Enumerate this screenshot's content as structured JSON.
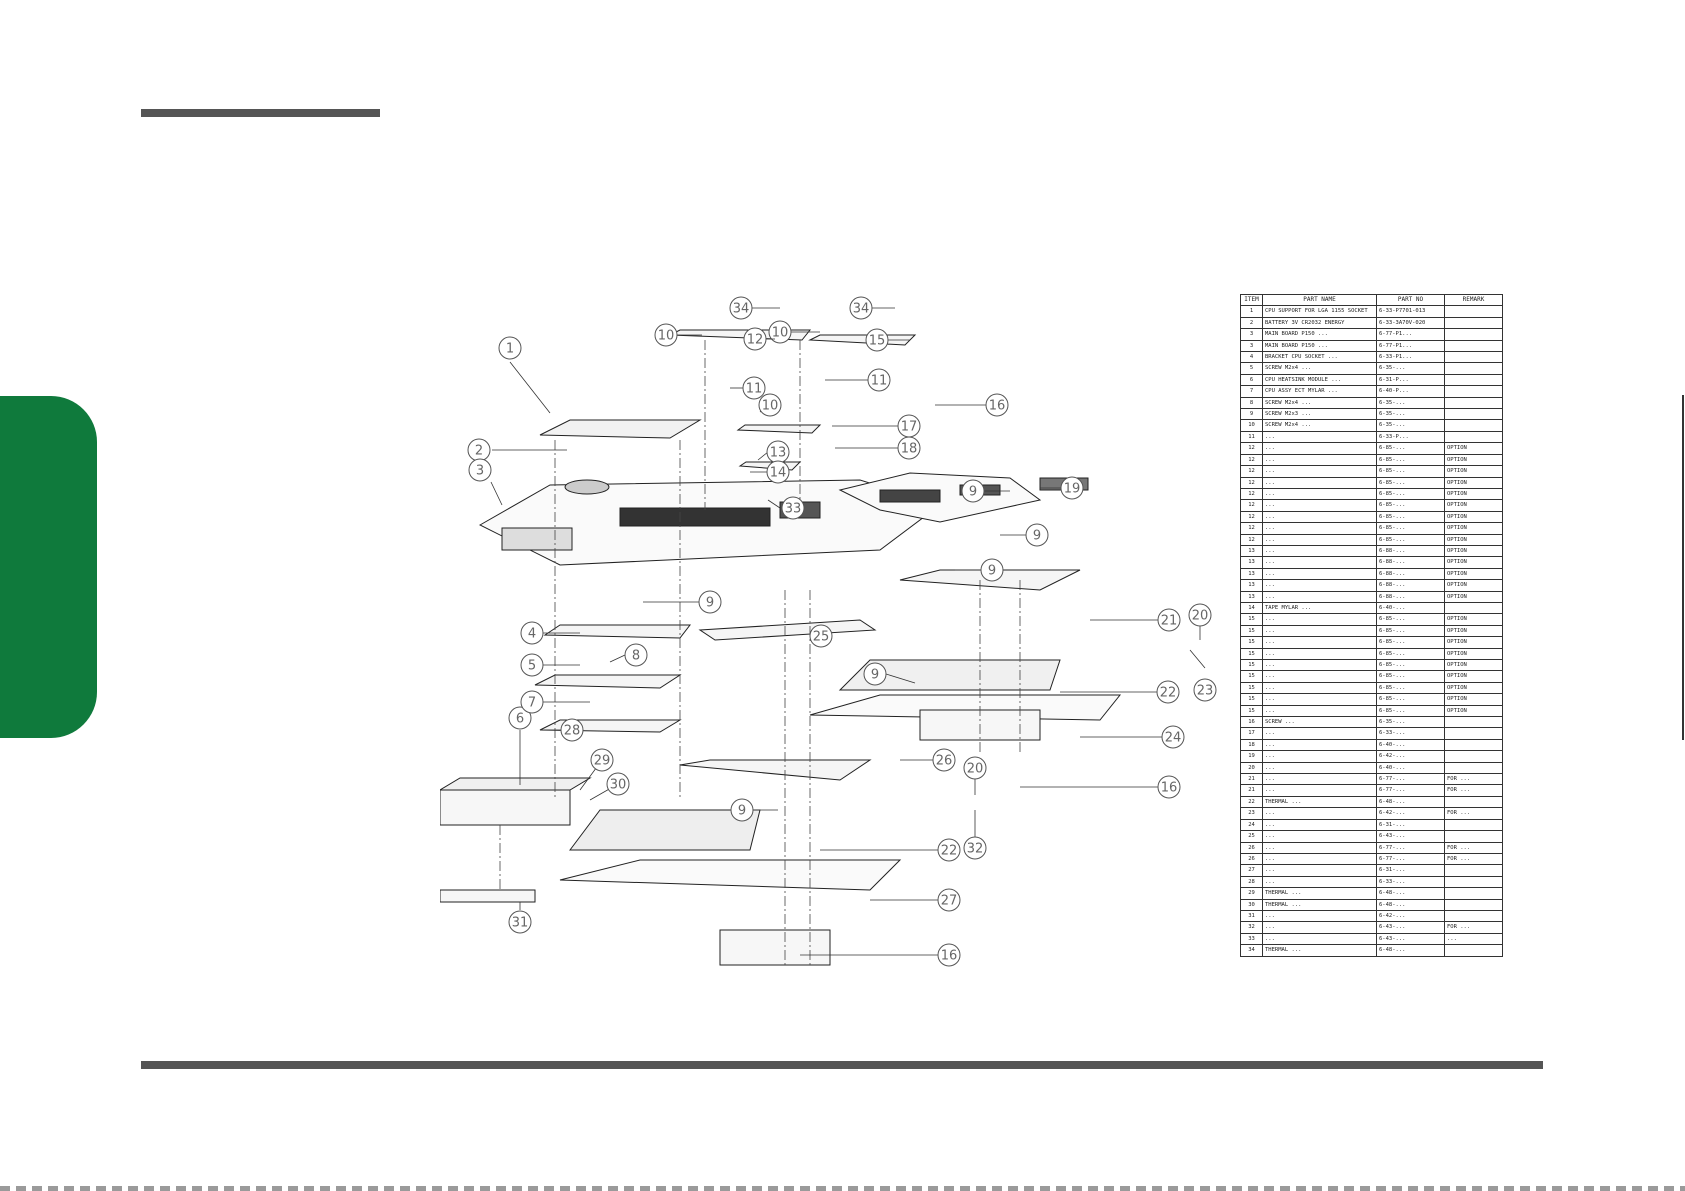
{
  "colors": {
    "accent": "#0f7a3c",
    "rule": "#555555",
    "line": "#333333"
  },
  "table": {
    "headers": [
      "ITEM",
      "PART NAME",
      "PART NO",
      "REMARK"
    ],
    "rows": [
      {
        "item": "1",
        "name": "CPU SUPPORT FOR LGA 1155 SOCKET",
        "part": "6-33-P7701-013",
        "remark": ""
      },
      {
        "item": "2",
        "name": "BATTERY 3V CR2032 ENERGY",
        "part": "6-33-3A70V-020",
        "remark": ""
      },
      {
        "item": "3",
        "name": "MAIN BOARD P150 ...",
        "part": "6-77-P1...",
        "remark": ""
      },
      {
        "item": "3",
        "name": "MAIN BOARD P150 ...",
        "part": "6-77-P1...",
        "remark": ""
      },
      {
        "item": "4",
        "name": "BRACKET CPU SOCKET ...",
        "part": "6-33-P1...",
        "remark": ""
      },
      {
        "item": "5",
        "name": "SCREW M2x4 ...",
        "part": "6-35-...",
        "remark": ""
      },
      {
        "item": "6",
        "name": "CPU HEATSINK MODULE ...",
        "part": "6-31-P...",
        "remark": ""
      },
      {
        "item": "7",
        "name": "CPU ASSY ECT MYLAR ...",
        "part": "6-40-P...",
        "remark": ""
      },
      {
        "item": "8",
        "name": "SCREW M2x4 ...",
        "part": "6-35-...",
        "remark": ""
      },
      {
        "item": "9",
        "name": "SCREW M2x3 ...",
        "part": "6-35-...",
        "remark": ""
      },
      {
        "item": "10",
        "name": "SCREW M2x4 ...",
        "part": "6-35-...",
        "remark": ""
      },
      {
        "item": "11",
        "name": "...",
        "part": "6-33-P...",
        "remark": ""
      },
      {
        "item": "12",
        "name": "...",
        "part": "6-85-...",
        "remark": "OPTION"
      },
      {
        "item": "12",
        "name": "...",
        "part": "6-85-...",
        "remark": "OPTION"
      },
      {
        "item": "12",
        "name": "...",
        "part": "6-85-...",
        "remark": "OPTION"
      },
      {
        "item": "12",
        "name": "...",
        "part": "6-85-...",
        "remark": "OPTION"
      },
      {
        "item": "12",
        "name": "...",
        "part": "6-85-...",
        "remark": "OPTION"
      },
      {
        "item": "12",
        "name": "...",
        "part": "6-85-...",
        "remark": "OPTION"
      },
      {
        "item": "12",
        "name": "...",
        "part": "6-85-...",
        "remark": "OPTION"
      },
      {
        "item": "12",
        "name": "...",
        "part": "6-85-...",
        "remark": "OPTION"
      },
      {
        "item": "12",
        "name": "...",
        "part": "6-85-...",
        "remark": "OPTION"
      },
      {
        "item": "13",
        "name": "...",
        "part": "6-88-...",
        "remark": "OPTION"
      },
      {
        "item": "13",
        "name": "...",
        "part": "6-88-...",
        "remark": "OPTION"
      },
      {
        "item": "13",
        "name": "...",
        "part": "6-88-...",
        "remark": "OPTION"
      },
      {
        "item": "13",
        "name": "...",
        "part": "6-88-...",
        "remark": "OPTION"
      },
      {
        "item": "13",
        "name": "...",
        "part": "6-88-...",
        "remark": "OPTION"
      },
      {
        "item": "14",
        "name": "TAPE MYLAR ...",
        "part": "6-40-...",
        "remark": ""
      },
      {
        "item": "15",
        "name": "...",
        "part": "6-85-...",
        "remark": "OPTION"
      },
      {
        "item": "15",
        "name": "...",
        "part": "6-85-...",
        "remark": "OPTION"
      },
      {
        "item": "15",
        "name": "...",
        "part": "6-85-...",
        "remark": "OPTION"
      },
      {
        "item": "15",
        "name": "...",
        "part": "6-85-...",
        "remark": "OPTION"
      },
      {
        "item": "15",
        "name": "...",
        "part": "6-85-...",
        "remark": "OPTION"
      },
      {
        "item": "15",
        "name": "...",
        "part": "6-85-...",
        "remark": "OPTION"
      },
      {
        "item": "15",
        "name": "...",
        "part": "6-85-...",
        "remark": "OPTION"
      },
      {
        "item": "15",
        "name": "...",
        "part": "6-85-...",
        "remark": "OPTION"
      },
      {
        "item": "15",
        "name": "...",
        "part": "6-85-...",
        "remark": "OPTION"
      },
      {
        "item": "16",
        "name": "SCREW ...",
        "part": "6-35-...",
        "remark": ""
      },
      {
        "item": "17",
        "name": "...",
        "part": "6-33-...",
        "remark": ""
      },
      {
        "item": "18",
        "name": "...",
        "part": "6-40-...",
        "remark": ""
      },
      {
        "item": "19",
        "name": "...",
        "part": "6-42-...",
        "remark": ""
      },
      {
        "item": "20",
        "name": "...",
        "part": "6-40-...",
        "remark": ""
      },
      {
        "item": "21",
        "name": "...",
        "part": "6-77-...",
        "remark": "FOR ..."
      },
      {
        "item": "21",
        "name": "...",
        "part": "6-77-...",
        "remark": "FOR ..."
      },
      {
        "item": "22",
        "name": "THERMAL ...",
        "part": "6-48-...",
        "remark": ""
      },
      {
        "item": "23",
        "name": "...",
        "part": "6-42-...",
        "remark": "FOR ..."
      },
      {
        "item": "24",
        "name": "...",
        "part": "6-31-...",
        "remark": ""
      },
      {
        "item": "25",
        "name": "...",
        "part": "6-43-...",
        "remark": ""
      },
      {
        "item": "26",
        "name": "...",
        "part": "6-77-...",
        "remark": "FOR ..."
      },
      {
        "item": "26",
        "name": "...",
        "part": "6-77-...",
        "remark": "FOR ..."
      },
      {
        "item": "27",
        "name": "...",
        "part": "6-31-...",
        "remark": ""
      },
      {
        "item": "28",
        "name": "...",
        "part": "6-33-...",
        "remark": ""
      },
      {
        "item": "29",
        "name": "THERMAL ...",
        "part": "6-48-...",
        "remark": ""
      },
      {
        "item": "30",
        "name": "THERMAL ...",
        "part": "6-48-...",
        "remark": ""
      },
      {
        "item": "31",
        "name": "...",
        "part": "6-42-...",
        "remark": ""
      },
      {
        "item": "32",
        "name": "...",
        "part": "6-43-...",
        "remark": "FOR ..."
      },
      {
        "item": "33",
        "name": "...",
        "part": "6-43-...",
        "remark": "..."
      },
      {
        "item": "34",
        "name": "THERMAL ...",
        "part": "6-48-...",
        "remark": ""
      }
    ]
  },
  "callouts": [
    "1",
    "2",
    "3",
    "4",
    "5",
    "6",
    "7",
    "8",
    "9",
    "9",
    "9",
    "9",
    "9",
    "9",
    "10",
    "10",
    "10",
    "11",
    "11",
    "12",
    "13",
    "14",
    "15",
    "16",
    "16",
    "16",
    "17",
    "18",
    "19",
    "20",
    "20",
    "21",
    "22",
    "22",
    "23",
    "24",
    "25",
    "26",
    "27",
    "28",
    "29",
    "30",
    "31",
    "32",
    "33",
    "34",
    "34"
  ]
}
